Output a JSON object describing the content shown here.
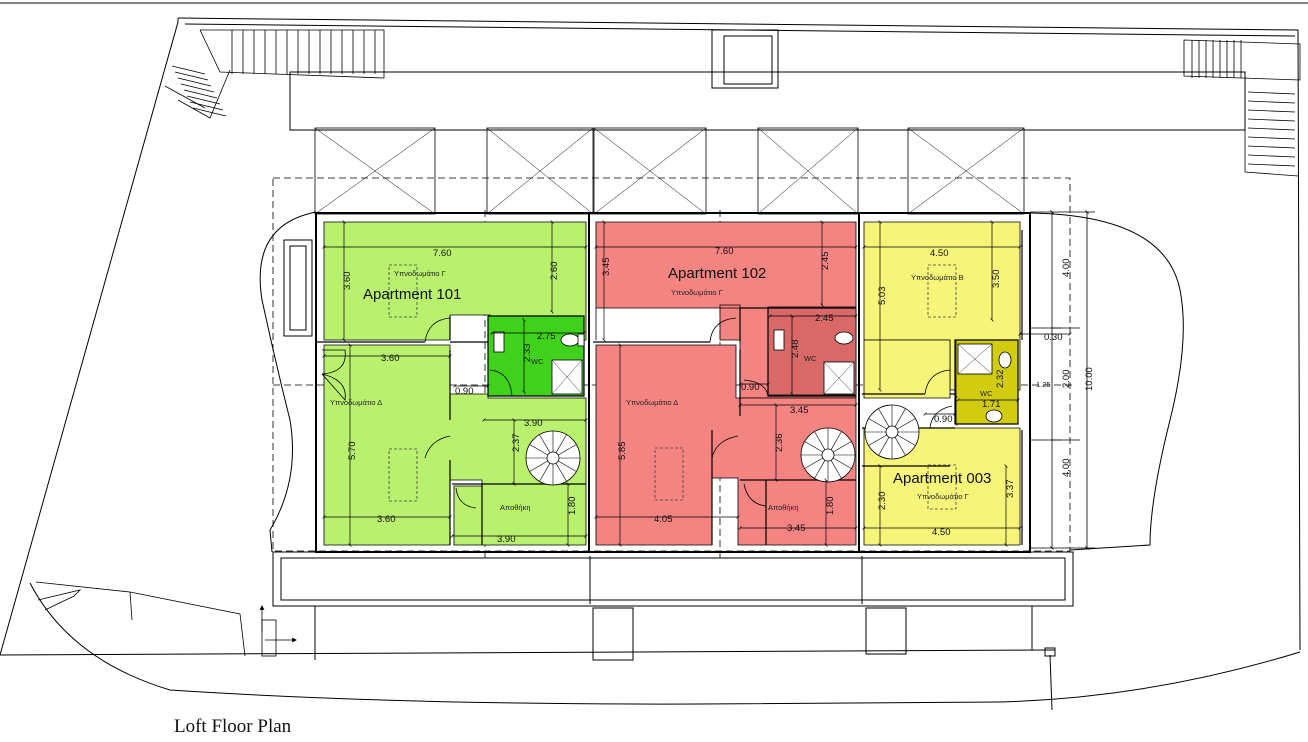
{
  "title": "Loft Floor Plan",
  "colors": {
    "apt101": "#b9f06e",
    "apt101_wc": "#3fd11b",
    "apt102": "#f48482",
    "apt102_wc": "#d96868",
    "apt003": "#f6f57a",
    "apt003_wc": "#d2cc10"
  },
  "apartments": {
    "a101": {
      "name": "Apartment 101",
      "bedroom_g": "Υπνοδωμάτιο Γ",
      "bedroom_d": "Υπνοδωμάτιο Δ",
      "wc": "WC",
      "storage": "Αποθήκη",
      "dims": [
        "7.60",
        "3.60",
        "2.60",
        "2.75",
        "2.33",
        "3.60",
        "0.90",
        "3.90",
        "5.70",
        "2.37",
        "3.60",
        "1.80",
        "3.90"
      ]
    },
    "a102": {
      "name": "Apartment 102",
      "bedroom_g": "Υπνοδωμάτιο Γ",
      "bedroom_d": "Υπνοδωμάτιο Δ",
      "wc": "WC",
      "storage": "Αποθήκη",
      "dims": [
        "7.60",
        "3.45",
        "2.45",
        "2.45",
        "2.48",
        "0.90",
        "3.45",
        "5.85",
        "2.36",
        "4.05",
        "1.80",
        "3.45"
      ]
    },
    "a003": {
      "name": "Apartment 003",
      "bedroom_b": "Υπνοδωμάτιο Β",
      "bedroom_g": "Υπνοδωμάτιο Γ",
      "wc": "WC",
      "dims": [
        "4.50",
        "5.03",
        "3.50",
        "0.30",
        "2.32",
        "1.71",
        "0.90",
        "2.30",
        "3.37",
        "4.50"
      ]
    }
  },
  "side_dims": [
    "4.00",
    "2.00",
    "4.00",
    "10.00",
    "1.25"
  ]
}
